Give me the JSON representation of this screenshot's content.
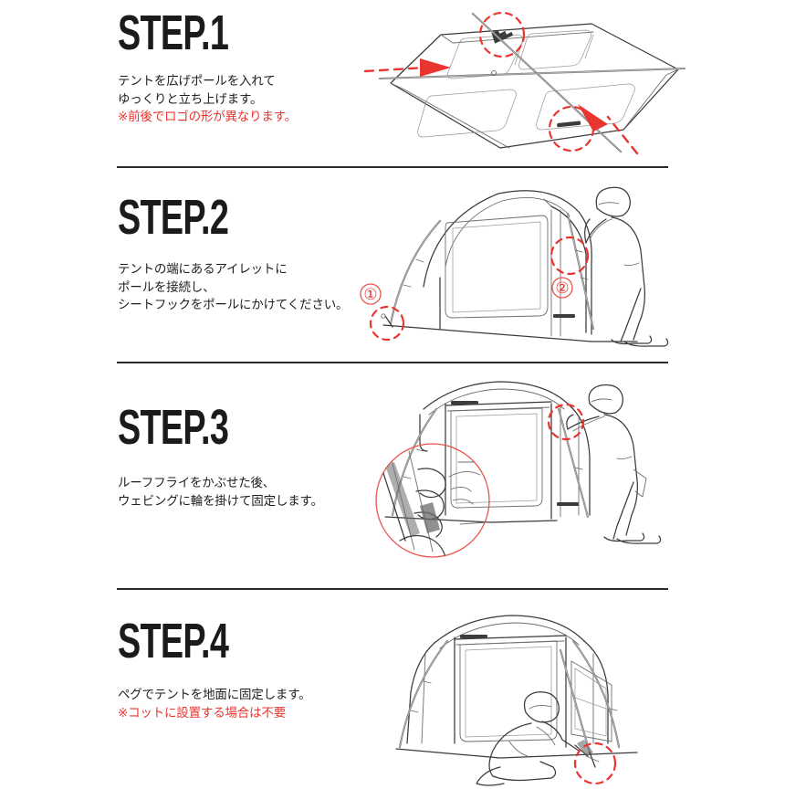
{
  "document": {
    "type": "tent-setup-instruction-sheet",
    "language": "ja",
    "background_color": "#ffffff",
    "accent_red": "#e8352f",
    "ink_color": "#1b1b1b"
  },
  "steps": [
    {
      "heading": "STEP.1",
      "lines": [
        "テントを広げポールを入れて",
        "ゆっくりと立ち上げます。"
      ],
      "note": "※前後でロゴの形が異なります。",
      "illustration": {
        "name": "tent-laid-flat-with-poles",
        "description": "Tent spread flat on the ground with two poles crossed over it",
        "markers": [
          "dashed-red-circle-front-logo",
          "dashed-red-circle-rear-logo",
          "red-dashed-arrow-left",
          "red-dashed-arrow-right"
        ]
      }
    },
    {
      "heading": "STEP.2",
      "lines": [
        "テントの端にあるアイレットに",
        "ポールを接続し、",
        "シートフックをポールにかけてください。"
      ],
      "note": "",
      "illustration": {
        "name": "person-raising-tent-attaching-pole",
        "description": "Person standing at the right side lifting the tent and seating a pole tip into the eyelet",
        "markers": [
          "callout-number-1-eyelet",
          "callout-number-2-sheet-hook",
          "dashed-red-circle-eyelet",
          "dashed-red-circle-hook"
        ],
        "callouts": [
          "①",
          "②"
        ]
      }
    },
    {
      "heading": "STEP.3",
      "lines": [
        "ルーフフライをかぶせた後、",
        "ウェビングに輪を掛けて固定します。"
      ],
      "note": "",
      "illustration": {
        "name": "person-securing-roof-fly-webbing",
        "description": "Person fastening the roof fly loop onto the webbing, with a magnified detail circle showing a hand threading the loop",
        "markers": [
          "detail-zoom-circle-hand-on-webbing",
          "dashed-red-circle-webbing-loop"
        ]
      }
    },
    {
      "heading": "STEP.4",
      "lines": [
        "ペグでテントを地面に固定します。"
      ],
      "note": "※コットに設置する場合は不要",
      "illustration": {
        "name": "person-staking-tent-with-peg",
        "description": "Person kneeling and hammering a peg through the guy point into the ground",
        "markers": [
          "dashed-red-circle-peg"
        ]
      }
    }
  ],
  "dividers": 3
}
